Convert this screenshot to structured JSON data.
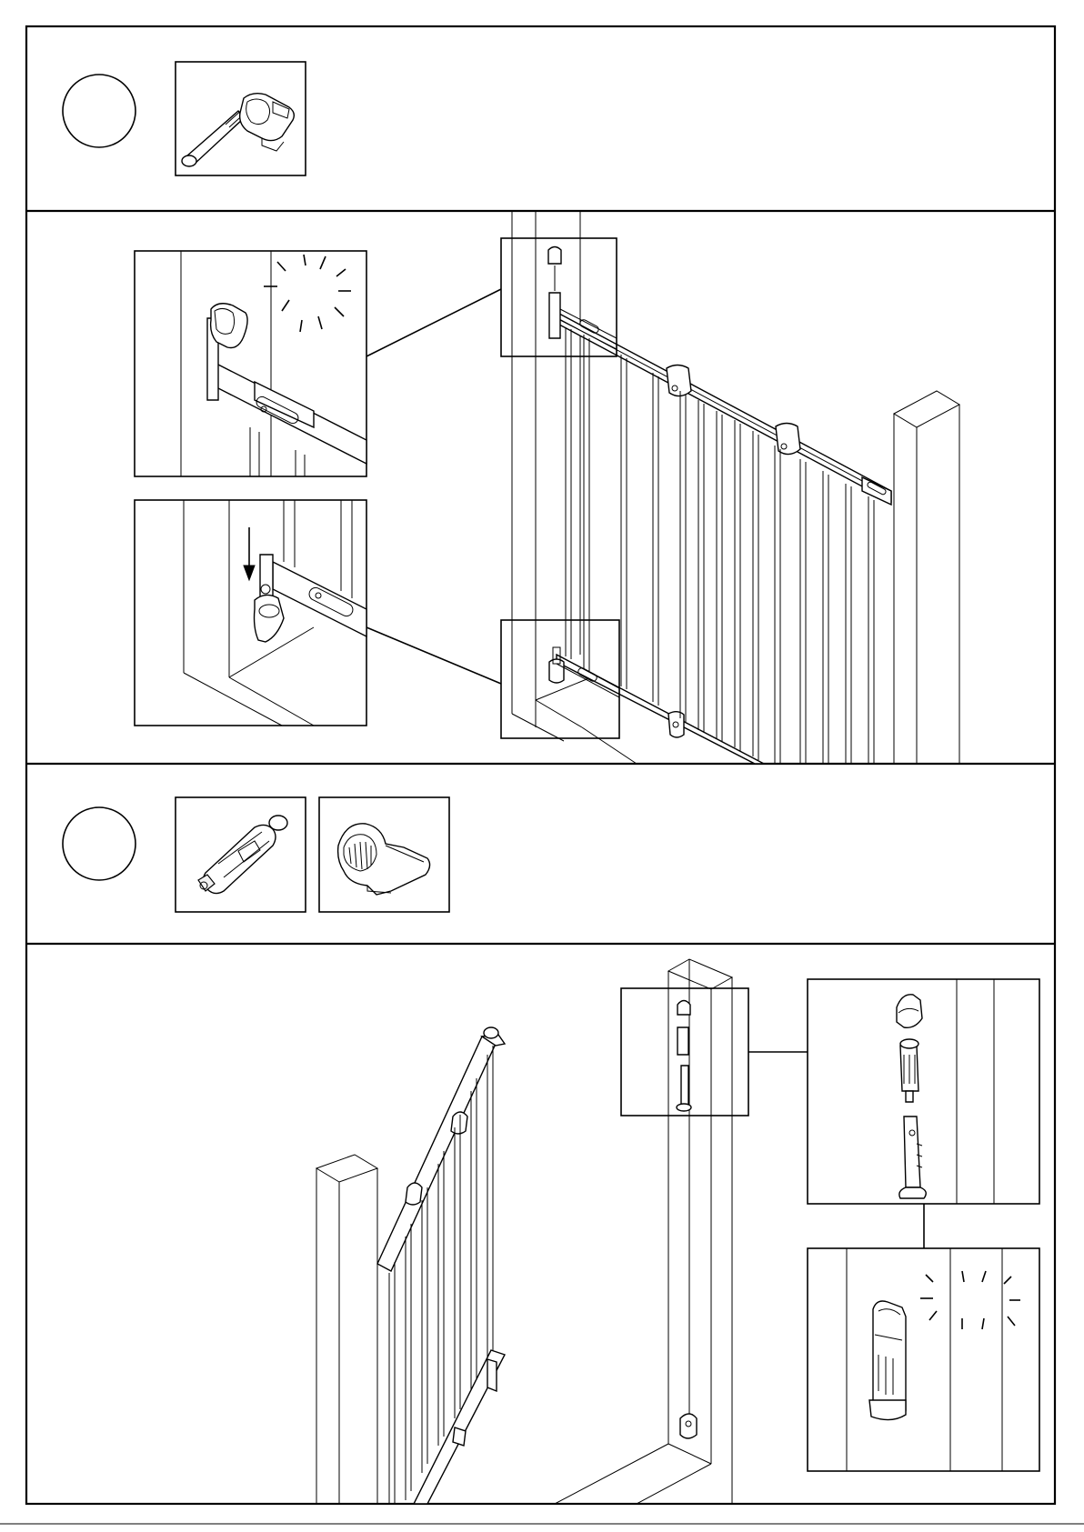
{
  "page": {
    "background": "#ffffff",
    "line_color": "#000000"
  },
  "panels": [
    {
      "id": "step-a-parts",
      "step_marker": "",
      "parts": [
        "wall-cup-with-spindle"
      ]
    },
    {
      "id": "step-a-install",
      "callouts": [
        "upper-wall-cup-detail",
        "lower-wall-cup-detail"
      ],
      "arrow_direction": "down"
    },
    {
      "id": "step-b-parts",
      "step_marker": "",
      "parts": [
        "threaded-spindle",
        "wall-cup"
      ]
    },
    {
      "id": "step-b-install",
      "callouts": [
        "exploded-mount-detail",
        "clicked-mount-detail"
      ]
    }
  ]
}
